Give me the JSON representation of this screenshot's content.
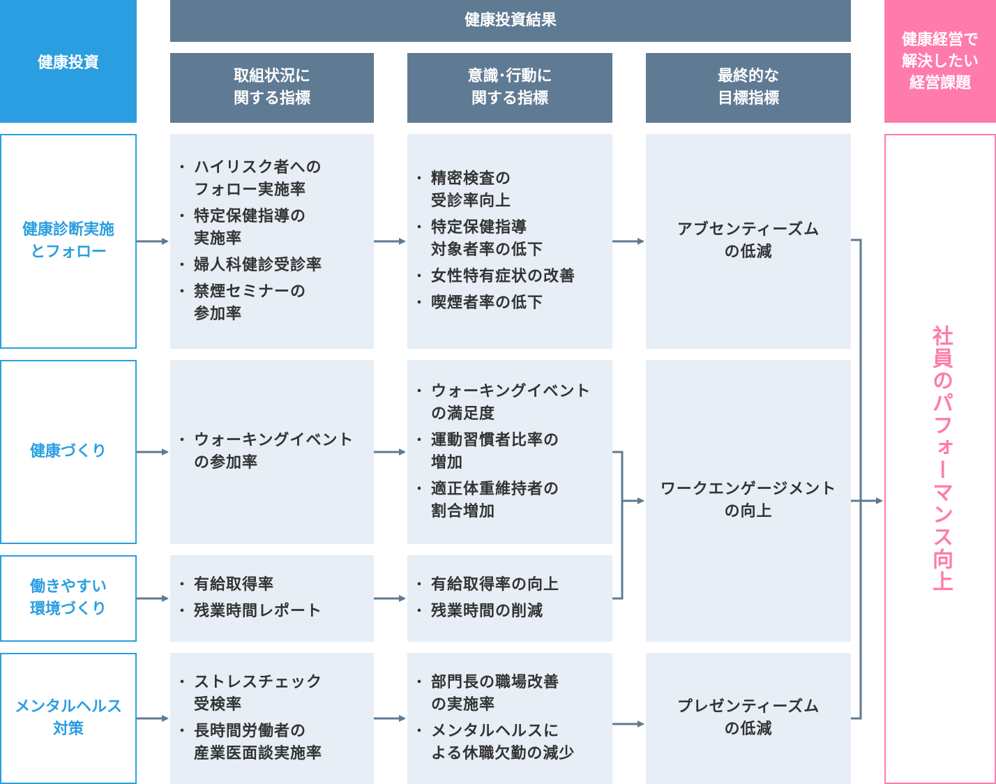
{
  "headers": {
    "investment": "健康投資",
    "results": "健康投資結果",
    "col_effort": "取組状況に\n関する指標",
    "col_awareness": "意識･行動に\n関する指標",
    "col_final": "最終的な\n目標指標",
    "issues": "健康経営で\n解決したい\n経営課題"
  },
  "investments": [
    "健康診断実施\nとフォロー",
    "健康づくり",
    "働きやすい\n環境づくり",
    "メンタルヘルス\n対策"
  ],
  "effort_indicators": [
    [
      "ハイリスク者への\nフォロー実施率",
      "特定保健指導の\n実施率",
      "婦人科健診受診率",
      "禁煙セミナーの\n参加率"
    ],
    [
      "ウォーキングイベント\nの参加率"
    ],
    [
      "有給取得率",
      "残業時間レポート"
    ],
    [
      "ストレスチェック\n受検率",
      "長時間労働者の\n産業医面談実施率"
    ]
  ],
  "awareness_indicators": [
    [
      "精密検査の\n受診率向上",
      "特定保健指導\n対象者率の低下",
      "女性特有症状の改善",
      "喫煙者率の低下"
    ],
    [
      "ウォーキングイベント\nの満足度",
      "運動習慣者比率の\n増加",
      "適正体重維持者の\n割合増加"
    ],
    [
      "有給取得率の向上",
      "残業時間の削減"
    ],
    [
      "部門長の職場改善\nの実施率",
      "メンタルヘルスに\nよる休職欠勤の減少"
    ]
  ],
  "final_goals": [
    "アブセンティーズム\nの低減",
    "ワークエンゲージメント\nの向上",
    "プレゼンティーズム\nの低減"
  ],
  "management_issue": "社員のパフォーマンス向上",
  "colors": {
    "investment_blue": "#2a9ee0",
    "header_slate": "#5f7a93",
    "issue_pink": "#ff7bab",
    "cell_bg": "#e7eef6"
  }
}
